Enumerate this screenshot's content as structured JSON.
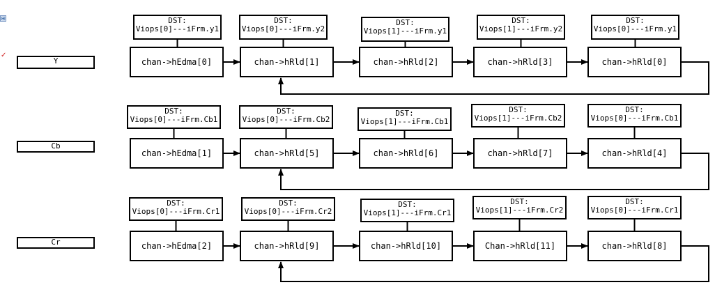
{
  "ui": {
    "expand_icon": "⊞",
    "red_mark": "✓",
    "expand_icon_color": "#2f5f9f",
    "red_mark_color": "#d02020"
  },
  "diagram": {
    "rows": [
      {
        "label": "Y",
        "dst": [
          {
            "line1": "DST:",
            "line2": "Viops[0]---iFrm.y1"
          },
          {
            "line1": "DST:",
            "line2": "Viops[0]---iFrm.y2"
          },
          {
            "line1": "DST:",
            "line2": "Viops[1]---iFrm.y1"
          },
          {
            "line1": "DST:",
            "line2": "Viops[1]---iFrm.y2"
          },
          {
            "line1": "DST:",
            "line2": "Viops[0]---iFrm.y1"
          }
        ],
        "nodes": [
          "chan->hEdma[0]",
          "chan->hRld[1]",
          "chan->hRld[2]",
          "chan->hRld[3]",
          "chan->hRld[0]"
        ]
      },
      {
        "label": "Cb",
        "dst": [
          {
            "line1": "DST:",
            "line2": "Viops[0]---iFrm.Cb1"
          },
          {
            "line1": "DST:",
            "line2": "Viops[0]---iFrm.Cb2"
          },
          {
            "line1": "DST:",
            "line2": "Viops[1]---iFrm.Cb1"
          },
          {
            "line1": "DST:",
            "line2": "Viops[1]---iFrm.Cb2"
          },
          {
            "line1": "DST:",
            "line2": "Viops[0]---iFrm.Cb1"
          }
        ],
        "nodes": [
          "chan->hEdma[1]",
          "chan->hRld[5]",
          "chan->hRld[6]",
          "chan->hRld[7]",
          "chan->hRld[4]"
        ]
      },
      {
        "label": "Cr",
        "dst": [
          {
            "line1": "DST:",
            "line2": "Viops[0]---iFrm.Cr1"
          },
          {
            "line1": "DST:",
            "line2": "Viops[0]---iFrm.Cr2"
          },
          {
            "line1": "DST:",
            "line2": "Viops[1]---iFrm.Cr1"
          },
          {
            "line1": "DST:",
            "line2": "Viops[1]---iFrm.Cr2"
          },
          {
            "line1": "DST:",
            "line2": "Viops[0]---iFrm.Cr1"
          }
        ],
        "nodes": [
          "chan->hEdma[2]",
          "chan->hRld[9]",
          "chan->hRld[10]",
          "Chan->hRld[11]",
          "chan->hRld[8]"
        ]
      }
    ]
  }
}
